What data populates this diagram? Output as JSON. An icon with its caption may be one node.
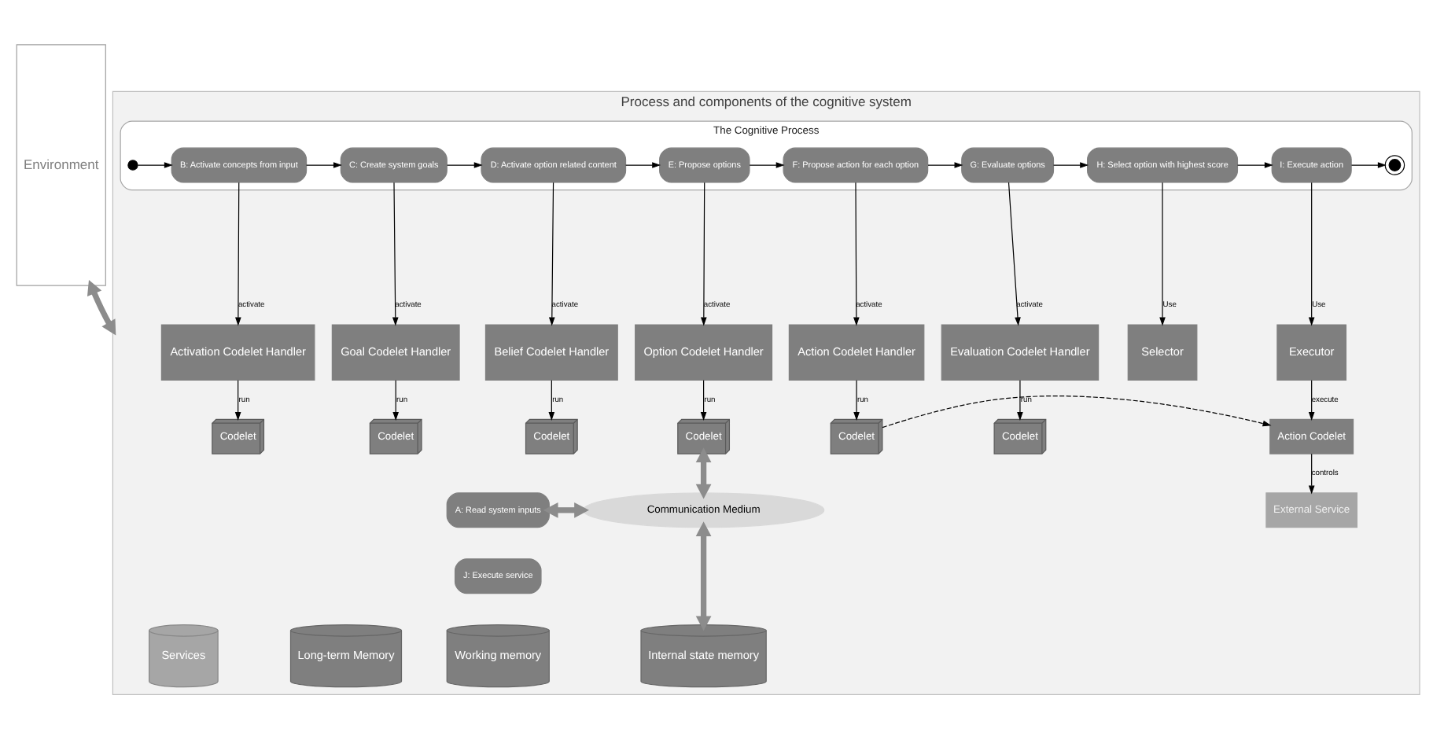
{
  "diagram": {
    "nodes": [
      {
        "text": [
          "Environment"
        ]
      },
      {
        "text": [
          "Process and components of the cognitive system"
        ]
      },
      {
        "text": [
          "The Cognitive Process"
        ],
        "in": 1
      },
      {
        "text": [],
        "shape": "circle",
        "in": 2
      },
      {
        "text": [
          "B: Activate concepts from input"
        ],
        "in": 2
      },
      {
        "text": [
          "C: Create system goals"
        ],
        "in": 2
      },
      {
        "text": [
          "D: Activate option related content"
        ],
        "in": 2
      },
      {
        "text": [
          "E: Propose options"
        ],
        "in": 2
      },
      {
        "text": [
          "F: Propose action for each option"
        ],
        "in": 2
      },
      {
        "text": [
          "G: Evaluate options"
        ],
        "in": 2
      },
      {
        "text": [
          "H: Select option with highest score"
        ],
        "in": 2
      },
      {
        "text": [
          "I: Execute action"
        ],
        "in": 2
      },
      {
        "text": [],
        "shape": "circle",
        "in": 2
      },
      {
        "text": [
          "Activation Codelet Handler"
        ],
        "in": 1
      },
      {
        "text": [
          "Goal Codelet Handler"
        ],
        "in": 1
      },
      {
        "text": [
          "Belief Codelet Handler"
        ],
        "in": 1
      },
      {
        "text": [
          "Option Codelet Handler"
        ],
        "in": 1
      },
      {
        "text": [
          "Action Codelet Handler"
        ],
        "in": 1
      },
      {
        "text": [
          "Evaluation Codelet Handler"
        ],
        "in": 1
      },
      {
        "text": [
          "Selector"
        ],
        "in": 1
      },
      {
        "text": [
          "Executor"
        ],
        "in": 1
      },
      {
        "text": [
          "Codelet"
        ],
        "in": 1
      },
      {
        "text": [
          "Codelet"
        ],
        "in": 1
      },
      {
        "text": [
          "Codelet"
        ],
        "in": 1
      },
      {
        "text": [
          "Codelet"
        ],
        "in": 1
      },
      {
        "text": [
          "Codelet"
        ],
        "in": 1
      },
      {
        "text": [
          "Codelet"
        ],
        "in": 1
      },
      {
        "text": [
          "Action Codelet"
        ],
        "in": 1
      },
      {
        "text": [
          "External Service"
        ],
        "in": 1
      },
      {
        "text": [
          "Communication Medium"
        ],
        "in": 1
      },
      {
        "text": [
          "A: Read system inputs"
        ],
        "in": 1
      },
      {
        "text": [
          "J: Execute service"
        ],
        "in": 1
      },
      {
        "text": [
          "Working memory"
        ],
        "in": 1
      },
      {
        "text": [
          "Internal state memory"
        ],
        "in": 1
      },
      {
        "text": [
          "Long-term Memory"
        ],
        "in": 1
      },
      {
        "text": [
          "Services"
        ],
        "in": 1
      }
    ],
    "edges": [
      {
        "from": 3,
        "to": 4,
        "arrow": "to"
      },
      {
        "from": 4,
        "to": 5,
        "arrow": "to"
      },
      {
        "from": 5,
        "to": 6,
        "arrow": "to"
      },
      {
        "from": 6,
        "to": 7,
        "arrow": "to"
      },
      {
        "from": 7,
        "to": 8,
        "arrow": "to"
      },
      {
        "from": 8,
        "to": 9,
        "arrow": "to"
      },
      {
        "from": 9,
        "to": 10,
        "arrow": "to"
      },
      {
        "from": 10,
        "to": 11,
        "arrow": "to"
      },
      {
        "from": 11,
        "to": 12,
        "arrow": "to"
      },
      {
        "from": 4,
        "to": 13,
        "arrow": "to",
        "label": "activate"
      },
      {
        "from": 5,
        "to": 14,
        "arrow": "to",
        "label": "activate"
      },
      {
        "from": 6,
        "to": 15,
        "arrow": "to",
        "label": "activate"
      },
      {
        "from": 7,
        "to": 16,
        "arrow": "to",
        "label": "activate"
      },
      {
        "from": 8,
        "to": 17,
        "arrow": "to",
        "label": "activate"
      },
      {
        "from": 9,
        "to": 18,
        "arrow": "to",
        "label": "activate"
      },
      {
        "from": 10,
        "to": 19,
        "arrow": "to",
        "label": "Use"
      },
      {
        "from": 11,
        "to": 20,
        "arrow": "to",
        "label": "Use"
      },
      {
        "from": 13,
        "to": 21,
        "arrow": "to",
        "label": "run"
      },
      {
        "from": 14,
        "to": 22,
        "arrow": "to",
        "label": "run"
      },
      {
        "from": 15,
        "to": 23,
        "arrow": "to",
        "label": "run"
      },
      {
        "from": 16,
        "to": 24,
        "arrow": "to",
        "label": "run"
      },
      {
        "from": 17,
        "to": 25,
        "arrow": "to",
        "label": "run"
      },
      {
        "from": 18,
        "to": 26,
        "arrow": "to",
        "label": "run"
      },
      {
        "from": 20,
        "to": 27,
        "arrow": "to",
        "label": "execute"
      },
      {
        "from": 25,
        "to": 27,
        "arrow": "to",
        "style": "dashed"
      },
      {
        "from": 27,
        "to": 28,
        "arrow": "to",
        "label": "controls"
      },
      {
        "from": 24,
        "to": 29,
        "arrow": "both",
        "style": "thick",
        "color": "#8c8c8c"
      },
      {
        "from": 30,
        "to": 29,
        "arrow": "both",
        "style": "thick",
        "color": "#8c8c8c"
      },
      {
        "from": 29,
        "to": 33,
        "arrow": "both",
        "style": "thick",
        "color": "#8c8c8c"
      },
      {
        "from": 0,
        "to": 1,
        "arrow": "both",
        "style": "thick",
        "color": "#8c8c8c"
      }
    ]
  }
}
